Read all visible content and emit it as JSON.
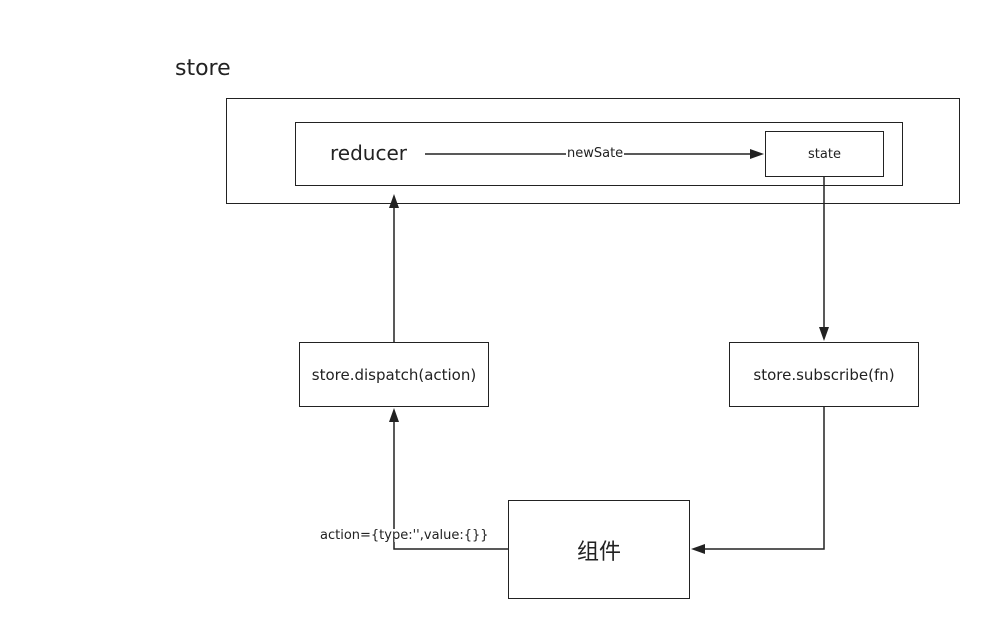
{
  "store": {
    "title": "store",
    "reducer_label": "reducer",
    "state_label": "state"
  },
  "edges": {
    "reducer_to_state_label": "newSate",
    "component_to_dispatch_label": "action={type:'',value:{}}"
  },
  "nodes": {
    "dispatch_label": "store.dispatch(action)",
    "subscribe_label": "store.subscribe(fn)",
    "component_label": "组件"
  },
  "colors": {
    "stroke": "#222222",
    "background": "#ffffff",
    "text": "#222222"
  }
}
